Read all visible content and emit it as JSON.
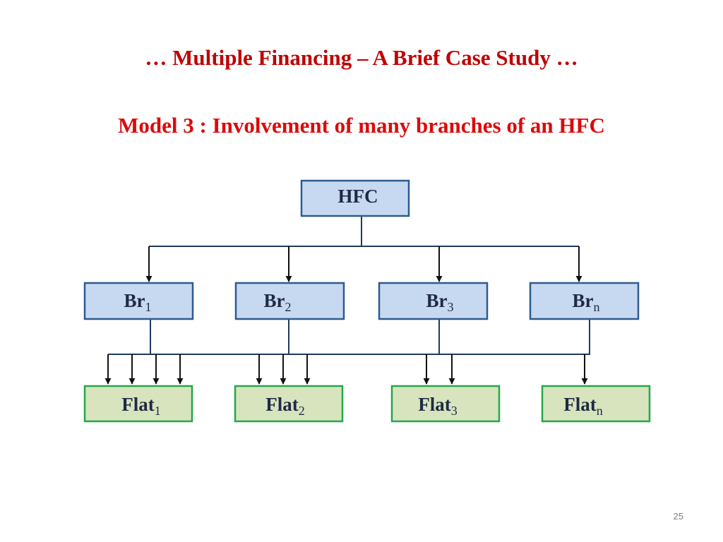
{
  "title": "… Multiple Financing – A Brief Case Study …",
  "subtitle": "Model 3 : Involvement of many branches of an HFC",
  "page_number": "25",
  "colors": {
    "title": "#c00000",
    "subtitle": "#dd0a0a",
    "box_fill_blue": "#c6d9f1",
    "box_border_blue": "#2e5a8e",
    "box_fill_green": "#d7e4bd",
    "box_border_green": "#22a84a",
    "connector": "#1f3b5c"
  },
  "diagram": {
    "root": {
      "label": "HFC"
    },
    "branches": [
      {
        "name": "Br",
        "sub": "1"
      },
      {
        "name": "Br",
        "sub": "2"
      },
      {
        "name": "Br",
        "sub": "3"
      },
      {
        "name": "Br",
        "sub": "n"
      }
    ],
    "flats": [
      {
        "name": "Flat",
        "sub": "1"
      },
      {
        "name": "Flat",
        "sub": "2"
      },
      {
        "name": "Flat",
        "sub": "3"
      },
      {
        "name": "Flat",
        "sub": "n"
      }
    ]
  }
}
